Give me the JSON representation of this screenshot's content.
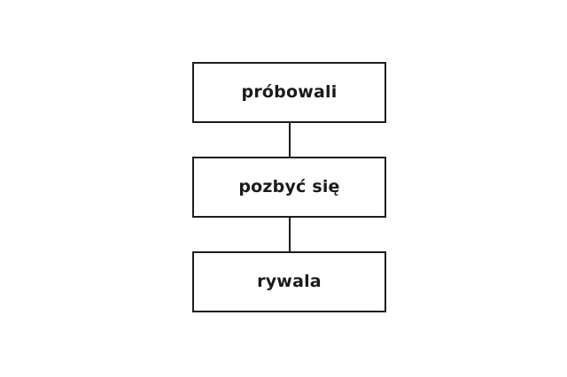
{
  "diagram": {
    "type": "vertical-flowchart",
    "orientation": "top-to-bottom",
    "background_color": "#ffffff",
    "node_border_color": "#1d1d1d",
    "node_fill_color": "#ffffff",
    "text_color": "#1a1a1a",
    "connector_color": "#1d1d1d",
    "nodes": [
      {
        "id": "node-1",
        "label": "próbowali"
      },
      {
        "id": "node-2",
        "label": "pozbyć się"
      },
      {
        "id": "node-3",
        "label": "rywala"
      }
    ],
    "connectors": [
      {
        "id": "connector-1",
        "from": "node-1",
        "to": "node-2"
      },
      {
        "id": "connector-2",
        "from": "node-2",
        "to": "node-3"
      }
    ]
  }
}
